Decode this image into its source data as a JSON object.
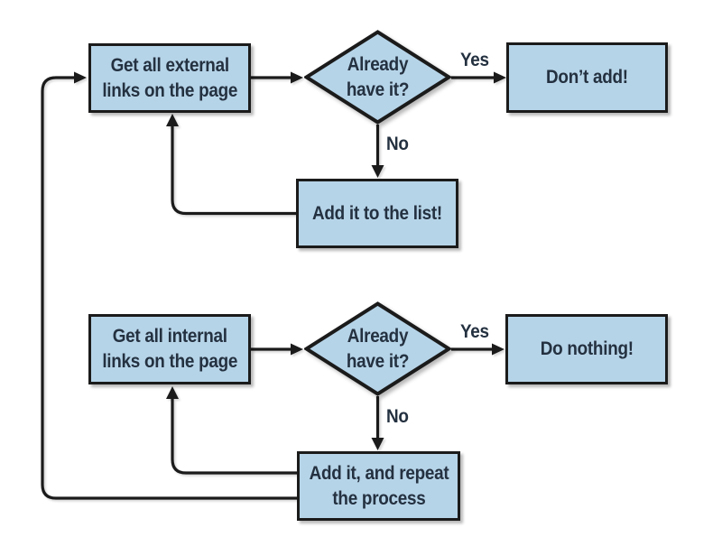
{
  "palette": {
    "page_bg": "#ffffff",
    "node_fill": "#b6d4e8",
    "node_border": "#1b1b1b",
    "text_color": "#243140",
    "line_color": "#1b1b1b"
  },
  "nodes": {
    "get_external": {
      "label": "Get all external\nlinks on the page"
    },
    "already_have_top": {
      "label": "Already\nhave it?"
    },
    "dont_add": {
      "label": "Don’t add!"
    },
    "add_to_list": {
      "label": "Add it to the list!"
    },
    "get_internal": {
      "label": "Get all internal\nlinks on the page"
    },
    "already_have_bottom": {
      "label": "Already\nhave it?"
    },
    "do_nothing": {
      "label": "Do nothing!"
    },
    "add_and_repeat": {
      "label": "Add it, and repeat\nthe process"
    }
  },
  "edges": {
    "top_yes": "Yes",
    "top_no": "No",
    "bottom_yes": "Yes",
    "bottom_no": "No"
  }
}
